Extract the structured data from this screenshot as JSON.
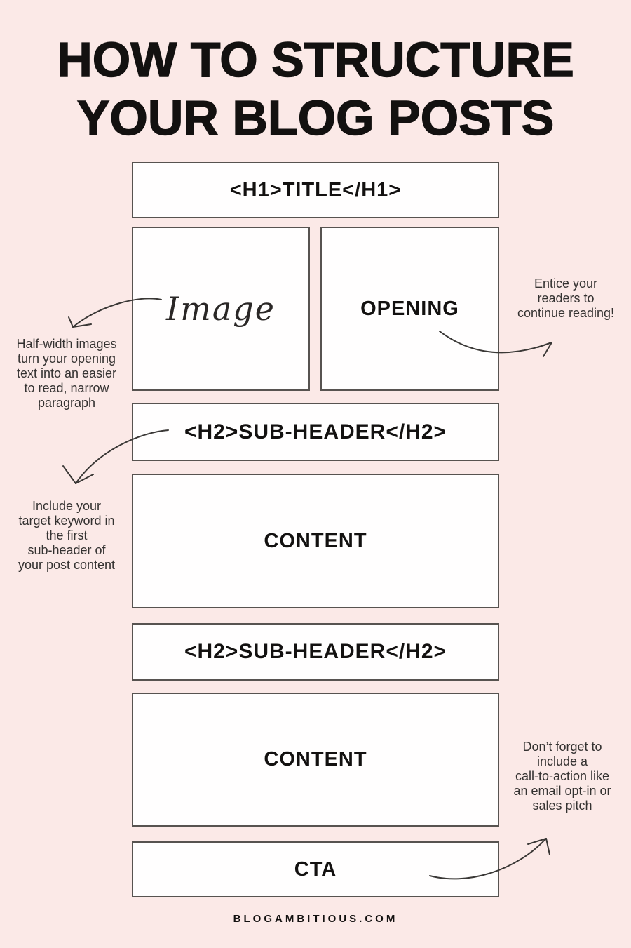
{
  "title": {
    "line1": "HOW TO STRUCTURE",
    "line2": "YOUR BLOG POSTS"
  },
  "boxes": {
    "h1_title": "<H1>TITLE</H1>",
    "image": "Image",
    "opening": "OPENING",
    "subheader_1": "<H2>SUB-HEADER</H2>",
    "content_1": "CONTENT",
    "subheader_2": "<H2>SUB-HEADER</H2>",
    "content_2": "CONTENT",
    "cta": "CTA"
  },
  "annotations": {
    "half_width": {
      "lines": [
        "Half-width images",
        "turn your opening",
        "text into an easier",
        "to read, narrow",
        "paragraph"
      ]
    },
    "keyword": {
      "lines": [
        "Include your",
        "target keyword in",
        "the first",
        "sub-header of",
        "your post content"
      ]
    },
    "entice": {
      "lines": [
        "Entice your",
        "readers to",
        "continue reading!"
      ]
    },
    "cta_note": {
      "lines": [
        "Don’t forget to",
        "include a",
        "call-to-action like",
        "an email opt-in or",
        "sales pitch"
      ]
    }
  },
  "footer": {
    "site": "BLOGAMBITIOUS.COM"
  },
  "colors": {
    "background": "#fbe9e7",
    "box_fill": "#fffefe",
    "box_border": "#575350",
    "ink": "#131110",
    "annotation_ink": "#3a3836"
  }
}
